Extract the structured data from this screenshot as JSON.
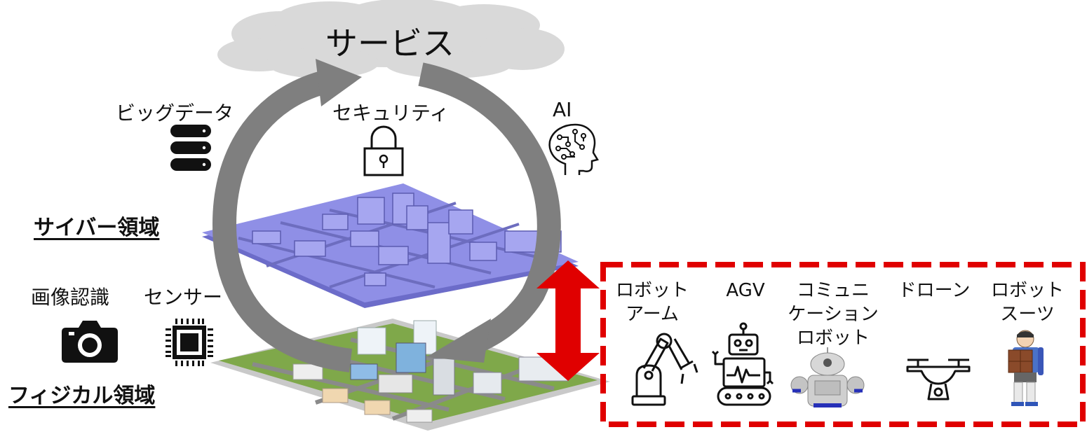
{
  "cloud": {
    "label": "サービス"
  },
  "cyber": {
    "title": "サイバー領域",
    "items": [
      {
        "label": "ビッグデータ",
        "icon": "database-icon"
      },
      {
        "label": "セキュリティ",
        "icon": "padlock-icon"
      },
      {
        "label": "AI",
        "icon": "ai-head-icon"
      }
    ]
  },
  "physical": {
    "title": "フィジカル領域",
    "items": [
      {
        "label": "画像認識",
        "icon": "camera-icon"
      },
      {
        "label": "センサー",
        "icon": "chip-icon"
      }
    ]
  },
  "devices": [
    {
      "label": "ロボット\nアーム",
      "icon": "robot-arm-icon"
    },
    {
      "label": "AGV",
      "icon": "agv-robot-icon"
    },
    {
      "label": "コミュニ\nケーション\nロボット",
      "icon": "communication-robot-icon"
    },
    {
      "label": "ドローン",
      "icon": "drone-icon"
    },
    {
      "label": "ロボット\nスーツ",
      "icon": "robot-suit-icon"
    }
  ],
  "colors": {
    "cycle_arrow": "#7f7f7f",
    "cloud": "#d9d9d9",
    "cyber_city": "#8f8fe6",
    "physical_ground": "#7fa84a",
    "double_arrow": "#e00000",
    "dashed_box": "#e00000"
  }
}
